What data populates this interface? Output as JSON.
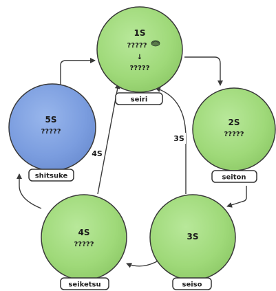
{
  "nodes": {
    "s1": {
      "title": "1S",
      "line1": "?????",
      "arrow": "↓",
      "line2": "?????",
      "tag": "seiri",
      "color": "#9fd979"
    },
    "s2": {
      "title": "2S",
      "line1": "?????",
      "tag": "seiton",
      "color": "#9fd979"
    },
    "s3": {
      "title": "3S",
      "tag": "seiso",
      "color": "#9fd979"
    },
    "s4": {
      "title": "4S",
      "line1": "?????",
      "tag": "seiketsu",
      "color": "#9fd979"
    },
    "s5": {
      "title": "5S",
      "line1": "?????",
      "tag": "shitsuke",
      "color": "#7b9ddf"
    }
  },
  "edge_labels": {
    "s3_to_s1": "3S",
    "s4_to_s1": "4S"
  },
  "colors": {
    "stroke": "#3a3a3a",
    "green": "#9fd979",
    "blue": "#7b9ddf"
  }
}
